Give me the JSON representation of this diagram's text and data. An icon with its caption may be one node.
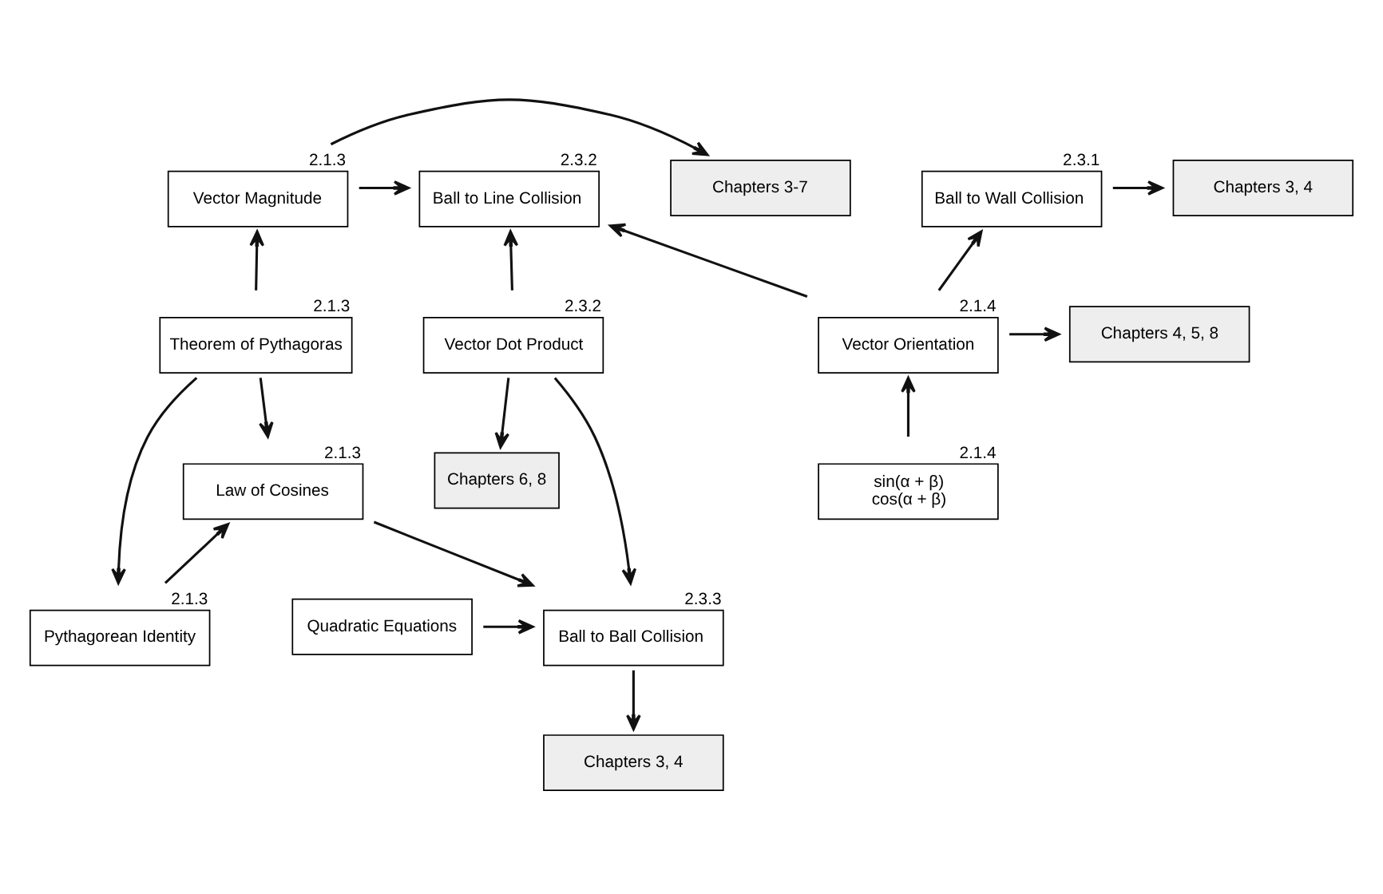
{
  "diagram": {
    "nodes": [
      {
        "text": [
          "Chapters 3-7"
        ]
      },
      {
        "text": [
          "Vector Magnitude"
        ],
        "beside": [
          "2.1.3"
        ]
      },
      {
        "text": [
          "Ball to Line Collision"
        ],
        "beside": [
          "2.3.2"
        ]
      },
      {
        "text": [
          "Ball to Wall Collision"
        ],
        "beside": [
          "2.3.1"
        ]
      },
      {
        "text": [
          "Chapters 3, 4"
        ]
      },
      {
        "text": [
          "Theorem of Pythagoras"
        ],
        "beside": [
          "2.1.3"
        ]
      },
      {
        "text": [
          "Vector Dot Product"
        ],
        "beside": [
          "2.3.2"
        ]
      },
      {
        "text": [
          "Vector Orientation"
        ],
        "beside": [
          "2.1.4"
        ]
      },
      {
        "text": [
          "Chapters 4, 5, 8"
        ]
      },
      {
        "text": [
          "Law of Cosines"
        ],
        "beside": [
          "2.1.3"
        ]
      },
      {
        "text": [
          "Chapters 6, 8"
        ]
      },
      {
        "text": [
          "sin(α + β)",
          "cos(α + β)"
        ],
        "beside": [
          "2.1.4"
        ]
      },
      {
        "text": [
          "Pythagorean Identity"
        ],
        "beside": [
          "2.1.3"
        ]
      },
      {
        "text": [
          "Ball to Ball Collision"
        ],
        "beside": [
          "2.3.3"
        ]
      },
      {
        "text": [
          "Quadratic Equations"
        ]
      },
      {
        "text": [
          "Chapters 3, 4"
        ]
      }
    ],
    "edges": [
      {
        "from": 1,
        "to": 0,
        "arrow": "to"
      },
      {
        "from": 1,
        "to": 2,
        "arrow": "to"
      },
      {
        "from": 3,
        "to": 4,
        "arrow": "to"
      },
      {
        "from": 5,
        "to": 1,
        "arrow": "to"
      },
      {
        "from": 6,
        "to": 2,
        "arrow": "to"
      },
      {
        "from": 7,
        "to": 2,
        "arrow": "to"
      },
      {
        "from": 7,
        "to": 3,
        "arrow": "to"
      },
      {
        "from": 7,
        "to": 8,
        "arrow": "to"
      },
      {
        "from": 5,
        "to": 9,
        "arrow": "to"
      },
      {
        "from": 6,
        "to": 10,
        "arrow": "to"
      },
      {
        "from": 11,
        "to": 7,
        "arrow": "to"
      },
      {
        "from": 5,
        "to": 12,
        "arrow": "to"
      },
      {
        "from": 12,
        "to": 9,
        "arrow": "to"
      },
      {
        "from": 9,
        "to": 13,
        "arrow": "to"
      },
      {
        "from": 6,
        "to": 13,
        "arrow": "to"
      },
      {
        "from": 14,
        "to": 13,
        "arrow": "to"
      },
      {
        "from": 13,
        "to": 15,
        "arrow": "to"
      }
    ]
  }
}
